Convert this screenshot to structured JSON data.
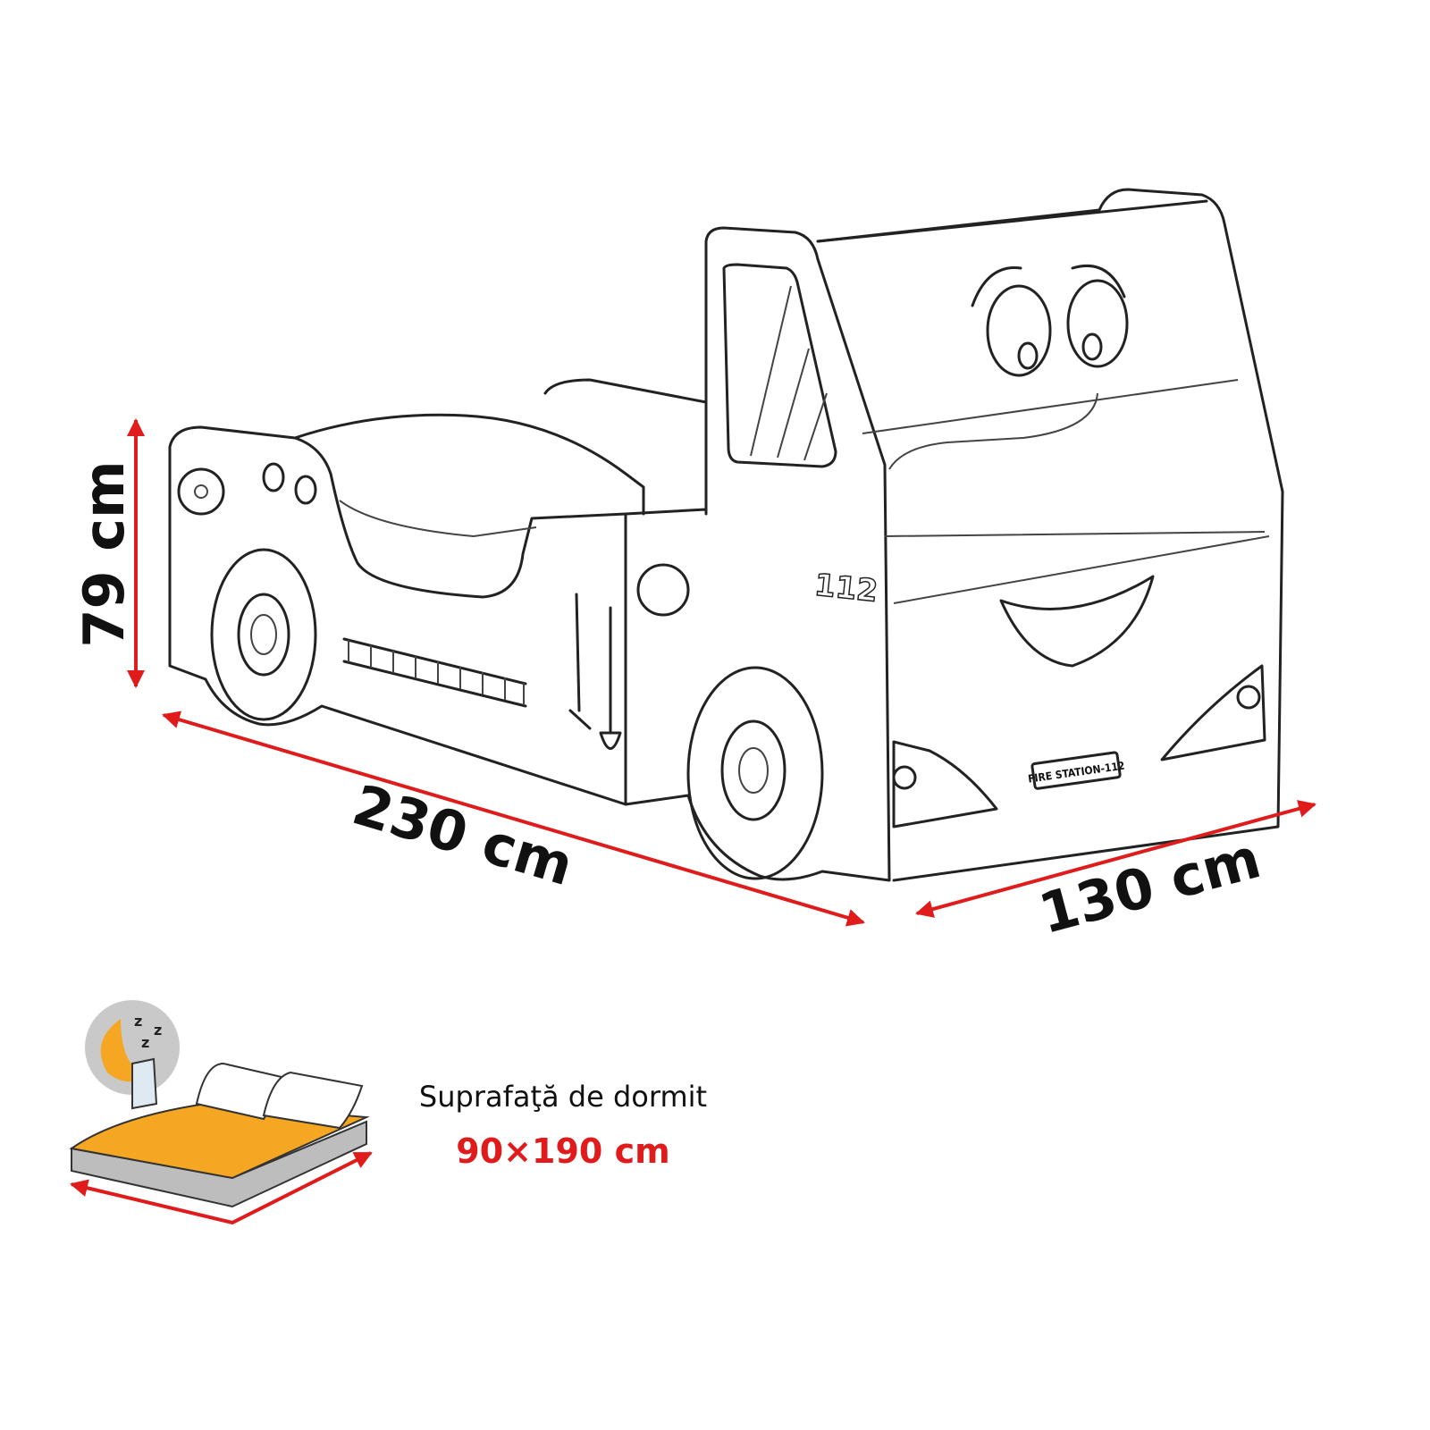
{
  "dimensions": {
    "height": "79 cm",
    "length": "230 cm",
    "width": "130 cm"
  },
  "plate_text": "FIRE STATION-112",
  "emblem_number": "112",
  "sleeping_surface": {
    "label": "Suprafaţă de dormit",
    "value": "90×190 cm"
  },
  "colors": {
    "arrow": "#e01b1b",
    "mattress": "#f5a623",
    "icon_bg": "#c9c9c9"
  }
}
